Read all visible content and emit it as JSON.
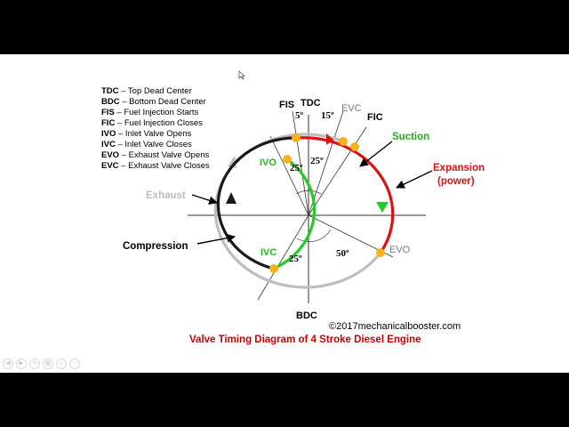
{
  "legend": [
    {
      "abbr": "TDC",
      "text": " – Top Dead Center"
    },
    {
      "abbr": "BDC",
      "text": " – Bottom Dead Center"
    },
    {
      "abbr": "FIS",
      "text": " – Fuel Injection Starts"
    },
    {
      "abbr": "FIC",
      "text": " – Fuel Injection Closes"
    },
    {
      "abbr": "IVO",
      "text": " – Inlet Valve Opens"
    },
    {
      "abbr": "IVC",
      "text": " – Inlet Valve Closes"
    },
    {
      "abbr": "EVO",
      "text": " – Exhaust Valve Opens"
    },
    {
      "abbr": "EVC",
      "text": " – Exhaust Valve Closes"
    }
  ],
  "labels": {
    "fis": "FIS",
    "tdc": "TDC",
    "evc": "EVC",
    "fic": "FIC",
    "ivo": "IVO",
    "ivc": "IVC",
    "evo": "EVO",
    "bdc": "BDC",
    "suction": "Suction",
    "expansion_1": "Expansion",
    "expansion_2": "(power)",
    "exhaust": "Exhaust",
    "compression": "Compression"
  },
  "angles": {
    "fis": "5º",
    "evc_tdc": "15º",
    "ivo_top": "25º",
    "tdc_ivo": "25º",
    "ivc": "25º",
    "evo": "50º"
  },
  "copyright": "©2017mechanicalbooster.com",
  "title": "Valve Timing Diagram of 4 Stroke Diesel Engine",
  "colors": {
    "exhaust": "#bebebe",
    "compression": "#1a1a1a",
    "suction": "#22cc22",
    "expansion": "#dd1111",
    "point": "#f5b21b",
    "title": "#cc0000",
    "suction_label": "#22aa22",
    "ivo_label": "#1fb81f",
    "evo_label": "#7a7a7a"
  }
}
